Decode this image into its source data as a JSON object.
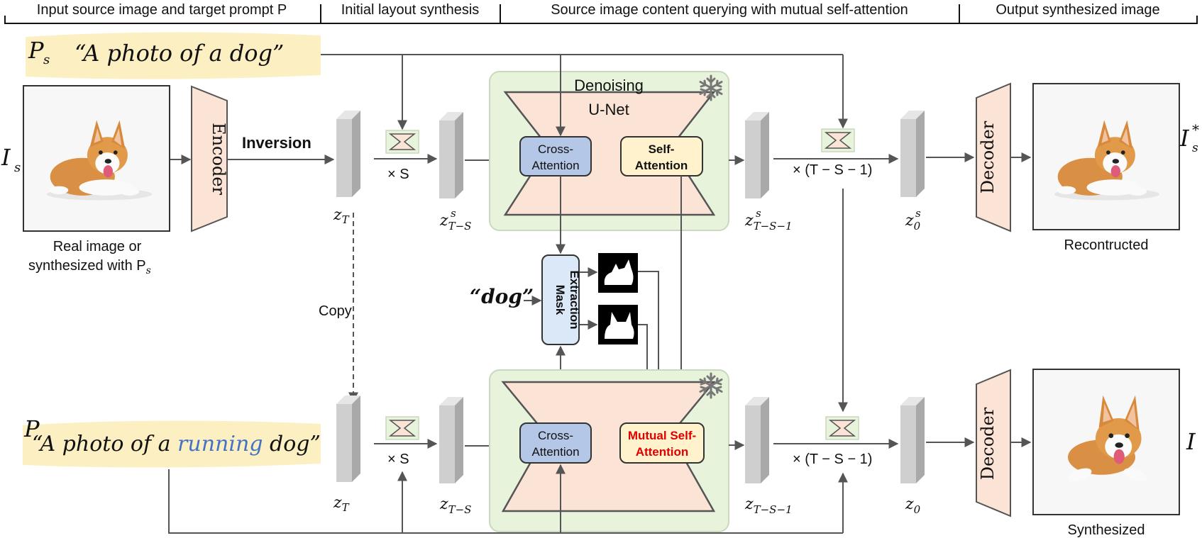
{
  "header": {
    "stage1": "Input source image and target prompt P",
    "stage2": "Initial layout synthesis",
    "stage3": "Source image content querying with mutual self-attention",
    "stage4": "Output synthesized image"
  },
  "prompts": {
    "source_sym": "P",
    "source_sub": "s",
    "source_text": "“A photo of a dog”",
    "target_sym": "P",
    "target_pre": "“A photo of a ",
    "target_word": "running",
    "target_post": " dog”",
    "token": "“dog”"
  },
  "labels": {
    "source_image_sym": "I",
    "source_image_sub": "s",
    "source_caption_1": "Real image or",
    "source_caption_2": "synthesized with P",
    "source_caption_2_sub": "s",
    "encoder": "Encoder",
    "inversion": "Inversion",
    "copy": "Copy",
    "unet_1": "Denoising",
    "unet_2": "U-Net",
    "cross_attn_1": "Cross-",
    "cross_attn_2": "Attention",
    "self_attn_1": "Self-",
    "self_attn_2": "Attention",
    "mutual_attn_1": "Mutual Self-",
    "mutual_attn_2": "Attention",
    "mask_1": "Mask",
    "mask_2": "Extraction",
    "times_s": "× S",
    "times_rest": "× (T − S − 1)",
    "decoder": "Decoder",
    "recon_sym": "I",
    "recon_sub": "s",
    "recon_sup": "*",
    "recon_caption": "Recontructed",
    "output_sym": "I",
    "output_caption": "Synthesized"
  },
  "latents": {
    "z_T_top": "z",
    "z_T_top_sub": "T",
    "z_TS_top": "z",
    "z_TS_top_sub": "T−S",
    "z_TS_top_sup": "s",
    "z_TS1_top": "z",
    "z_TS1_top_sub": "T−S−1",
    "z_TS1_top_sup": "s",
    "z_0_top": "z",
    "z_0_top_sub": "0",
    "z_0_top_sup": "s",
    "z_T_bot": "z",
    "z_T_bot_sub": "T",
    "z_TS_bot": "z",
    "z_TS_bot_sub": "T−S",
    "z_TS1_bot": "z",
    "z_TS1_bot_sub": "T−S−1",
    "z_0_bot": "z",
    "z_0_bot_sub": "0"
  },
  "colors": {
    "prompt_highlight": "#fcefc2",
    "module_fill": "#fbe3d6",
    "unet_panel": "#e8f3dc",
    "unet_border": "#c9d8be",
    "cross_attn": "#b4c7e7",
    "self_attn": "#fff2cc",
    "mask_box": "#dae8f7",
    "running_word": "#4472c4",
    "mutual_text": "#e00000",
    "latent_face": "#c8c8c8",
    "latent_side": "#a8a8a8"
  },
  "icons": {
    "snowflake": "snowflake-icon",
    "dog": "corgi-photo",
    "mask": "dog-mask"
  }
}
